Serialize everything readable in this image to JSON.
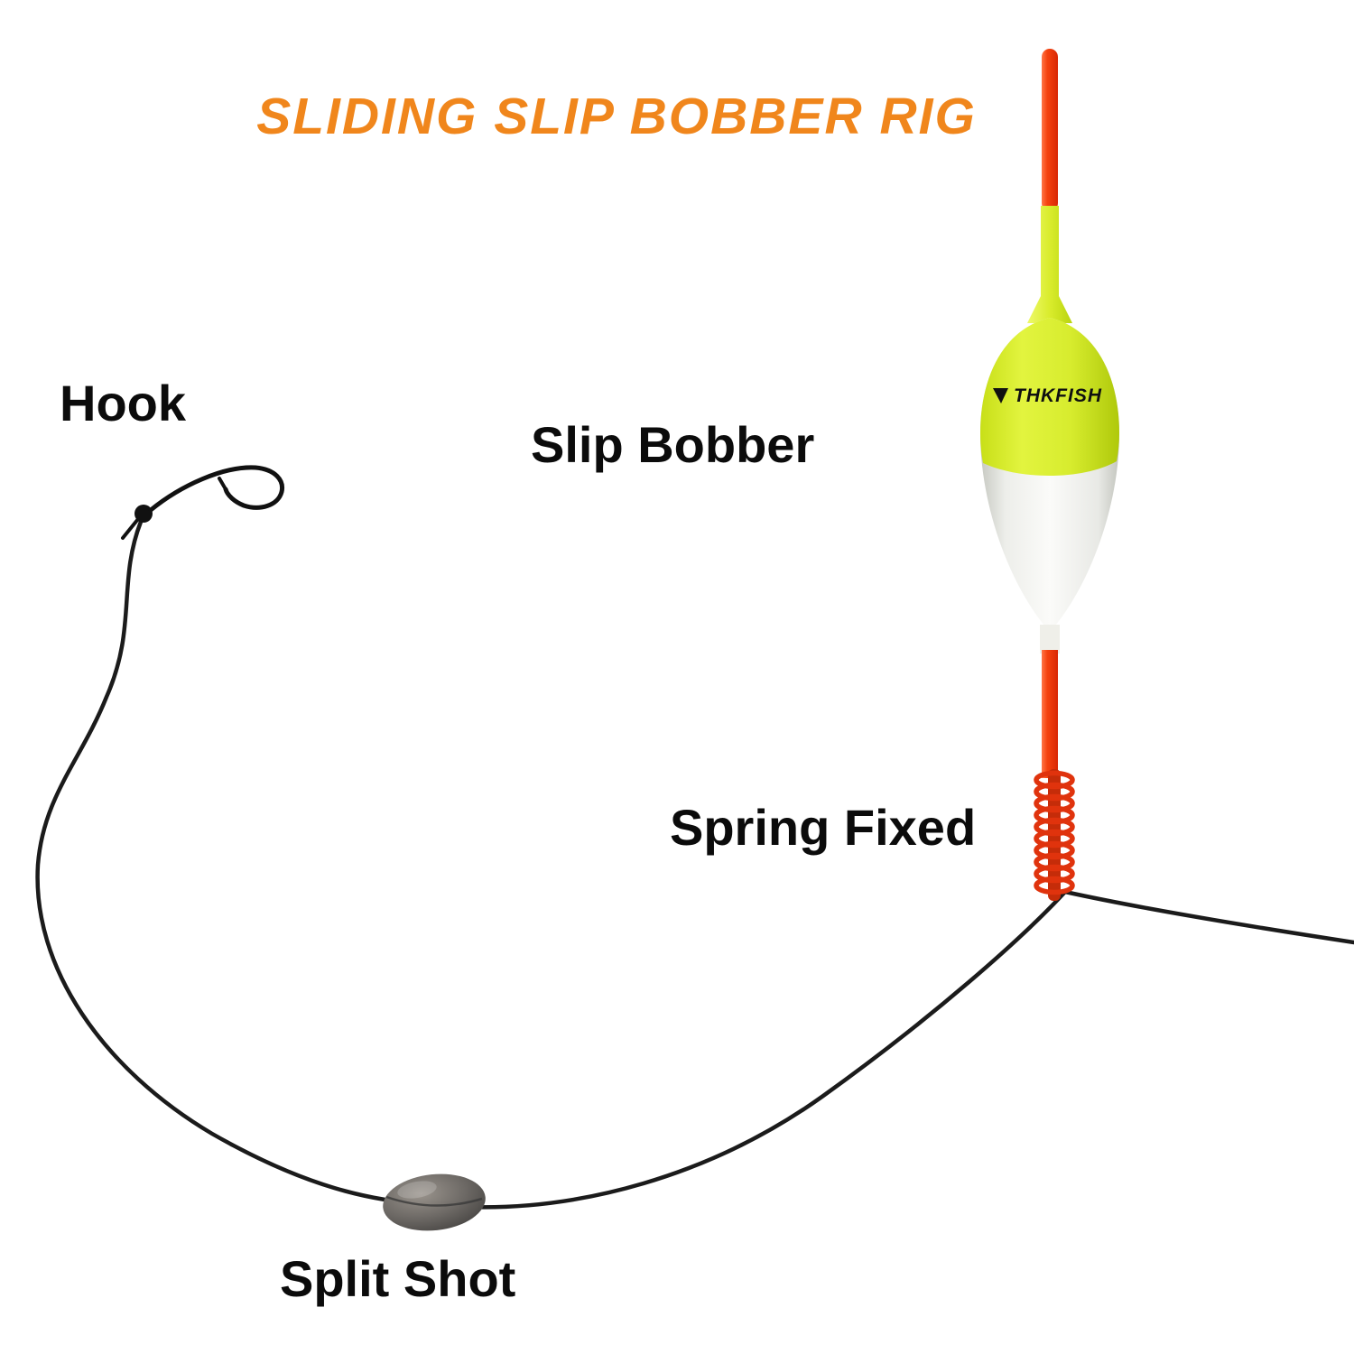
{
  "title": "SLIDING SLIP BOBBER RIG",
  "labels": {
    "hook": "Hook",
    "slip_bobber": "Slip Bobber",
    "spring_fixed": "Spring Fixed",
    "split_shot": "Split Shot"
  },
  "brand": "THKFISH",
  "colors": {
    "title_orange": "#F0861C",
    "line_black": "#1B1B1B",
    "bobber_red": "#F23608",
    "bobber_chartreuse": "#D7EC2E",
    "bobber_white": "#F4F4F1",
    "spring_red": "#E0330D",
    "split_shot_gray": "#6E6A66"
  }
}
